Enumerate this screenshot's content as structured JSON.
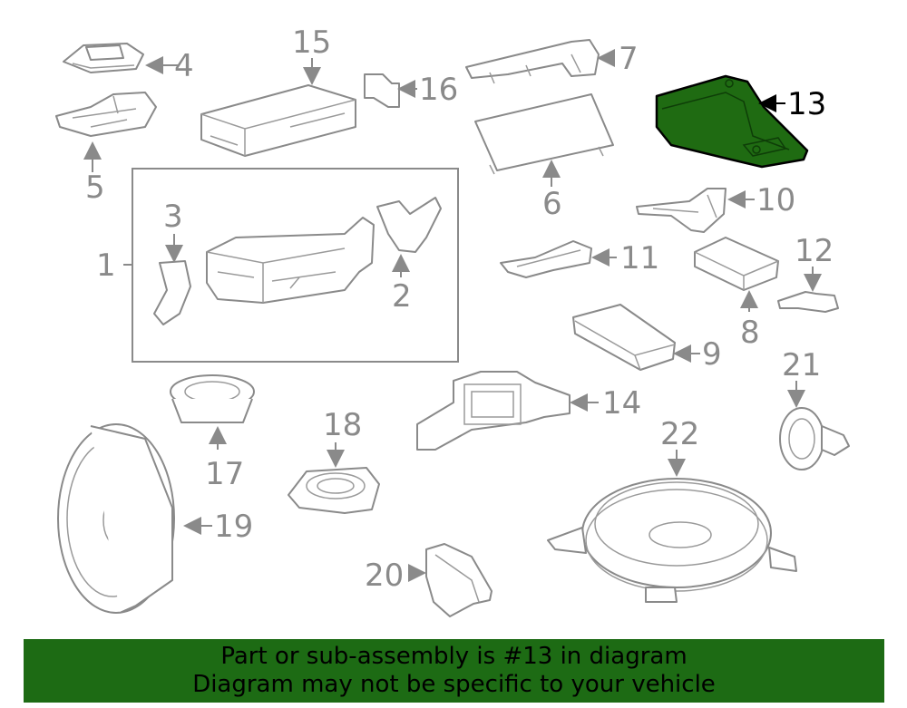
{
  "diagram": {
    "highlighted_part": "13",
    "callouts": [
      "1",
      "2",
      "3",
      "4",
      "5",
      "6",
      "7",
      "8",
      "9",
      "10",
      "11",
      "12",
      "13",
      "14",
      "15",
      "16",
      "17",
      "18",
      "19",
      "20",
      "21",
      "22"
    ]
  },
  "banner": {
    "line1": "Part or sub-assembly is #13 in diagram",
    "line2": "Diagram may not be specific to your vehicle",
    "color": "#1d6b14"
  },
  "colors": {
    "highlight": "#1f6b12",
    "line_art": "#8a8a8a"
  }
}
